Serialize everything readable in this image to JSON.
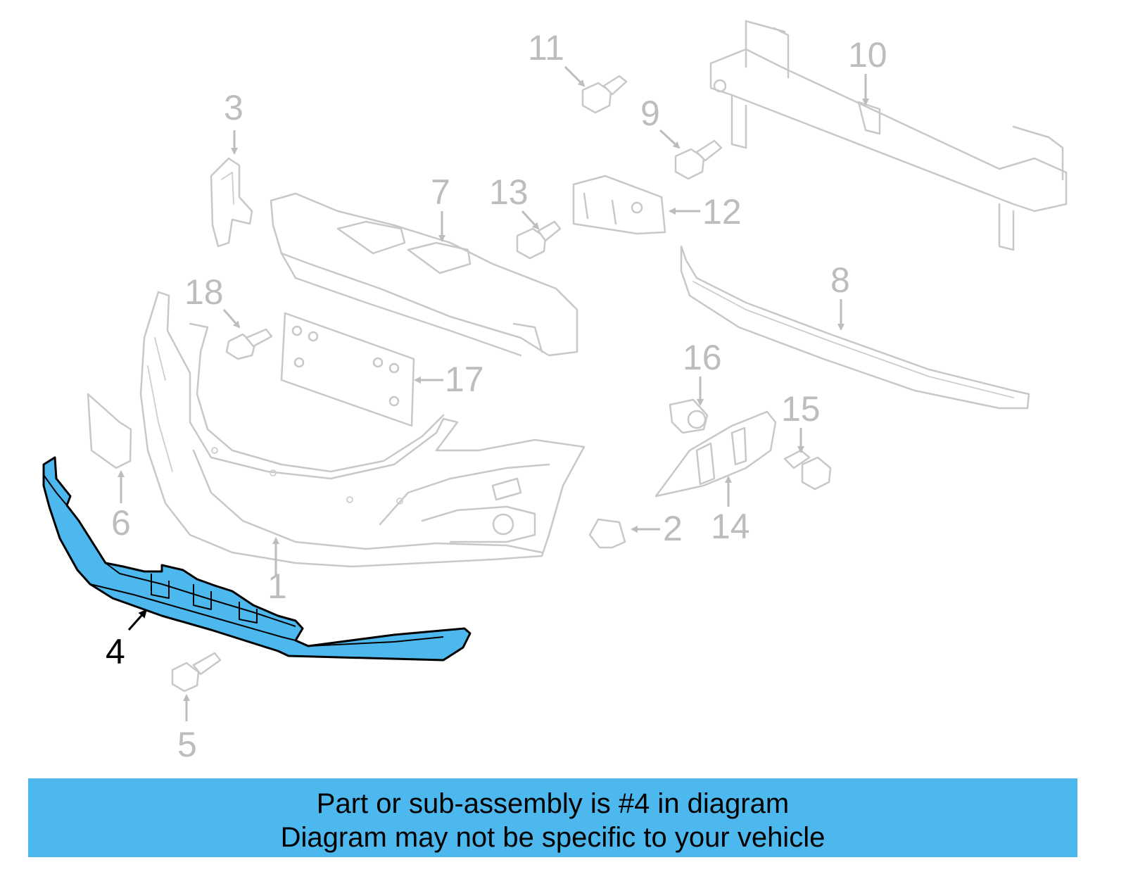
{
  "diagram": {
    "highlighted_part": "4",
    "highlight_color": "#4db8ee",
    "ghost_color": "#c8c8c8",
    "callouts": [
      {
        "id": "1",
        "label": "1"
      },
      {
        "id": "2",
        "label": "2"
      },
      {
        "id": "3",
        "label": "3"
      },
      {
        "id": "4",
        "label": "4"
      },
      {
        "id": "5",
        "label": "5"
      },
      {
        "id": "6",
        "label": "6"
      },
      {
        "id": "7",
        "label": "7"
      },
      {
        "id": "8",
        "label": "8"
      },
      {
        "id": "9",
        "label": "9"
      },
      {
        "id": "10",
        "label": "10"
      },
      {
        "id": "11",
        "label": "11"
      },
      {
        "id": "12",
        "label": "12"
      },
      {
        "id": "13",
        "label": "13"
      },
      {
        "id": "14",
        "label": "14"
      },
      {
        "id": "15",
        "label": "15"
      },
      {
        "id": "16",
        "label": "16"
      },
      {
        "id": "17",
        "label": "17"
      },
      {
        "id": "18",
        "label": "18"
      }
    ]
  },
  "banner": {
    "line1": "Part or sub-assembly is #4 in diagram",
    "line2": "Diagram may not be specific to your vehicle",
    "background": "#4db8ee"
  }
}
